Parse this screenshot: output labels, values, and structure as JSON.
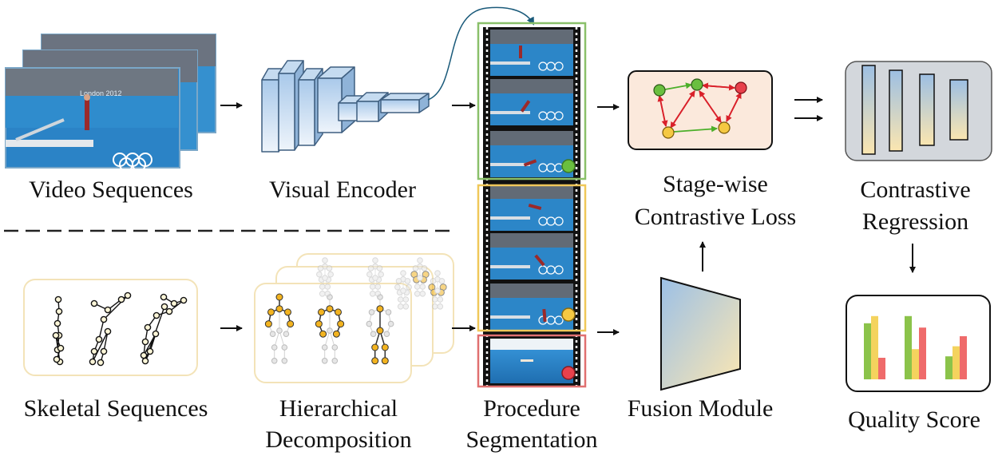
{
  "labels": {
    "video_sequences": "Video Sequences",
    "visual_encoder": "Visual Encoder",
    "stage_wise_line1": "Stage-wise",
    "stage_wise_line2": "Contrastive Loss",
    "contrastive_line1": "Contrastive",
    "contrastive_line2": "Regression",
    "skeletal_sequences": "Skeletal Sequences",
    "hierarchical_line1": "Hierarchical",
    "hierarchical_line2": "Decomposition",
    "procedure_line1": "Procedure",
    "procedure_line2": "Segmentation",
    "fusion_module": "Fusion Module",
    "quality_score": "Quality Score"
  },
  "video_frame": {
    "banner_text": "London 2012"
  },
  "colors": {
    "stage1": "#8ac06a",
    "stage2": "#f0c85a",
    "stage3": "#e07070",
    "node_green": "#6abf3f",
    "node_yellow": "#f5c842",
    "node_red": "#e8414c",
    "edge_red": "#d9202a",
    "edge_green": "#4caf2a",
    "encoder_top": "#b8d4ee",
    "encoder_bottom": "#eaf2fb",
    "loss_bg": "#fbe9dc",
    "regression_bg": "#d3d7dc",
    "bar_green": "#8bc34a",
    "bar_yellow": "#f4d35e",
    "bar_red": "#ef6b6b",
    "skeleton_joint": "#f2b320",
    "pool": "#2f8fd0"
  }
}
